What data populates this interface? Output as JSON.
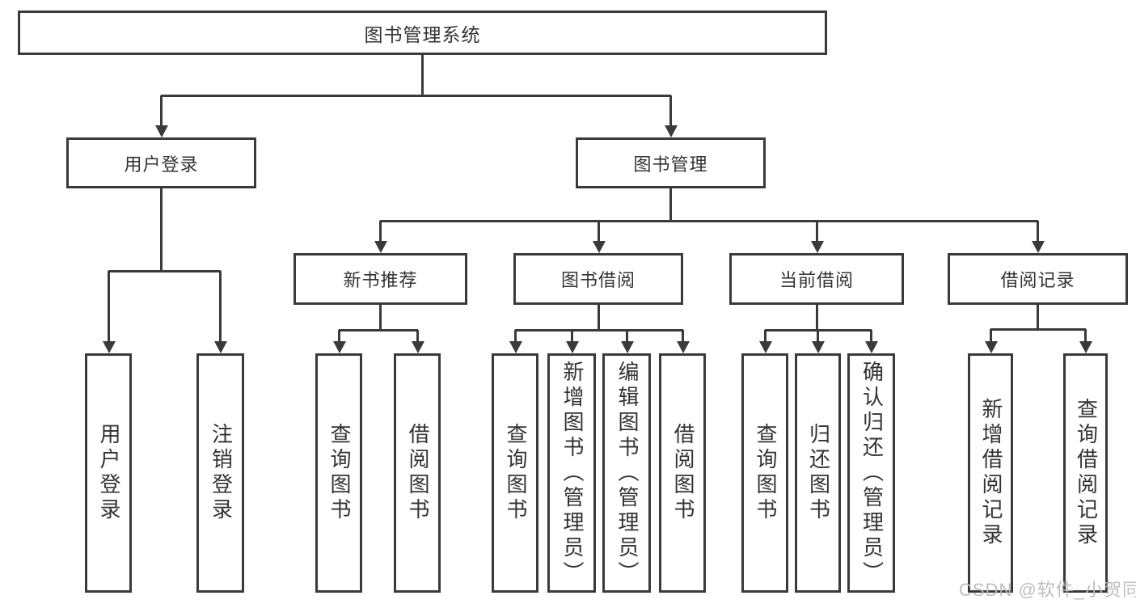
{
  "nodes": {
    "root": {
      "label": "图书管理系统"
    },
    "login": {
      "label": "用户登录",
      "children": [
        {
          "label": "用户登录"
        },
        {
          "label": "注销登录"
        }
      ]
    },
    "mgmt": {
      "label": "图书管理"
    },
    "recommend": {
      "label": "新书推荐",
      "children": [
        {
          "label": "查询图书"
        },
        {
          "label": "借阅图书"
        }
      ]
    },
    "borrow": {
      "label": "图书借阅",
      "children": [
        {
          "label": "查询图书"
        },
        {
          "label": "新增图书（管理员）"
        },
        {
          "label": "编辑图书（管理员）"
        },
        {
          "label": "借阅图书"
        }
      ]
    },
    "current": {
      "label": "当前借阅",
      "children": [
        {
          "label": "查询图书"
        },
        {
          "label": "归还图书"
        },
        {
          "label": "确认归还（管理员）"
        }
      ]
    },
    "records": {
      "label": "借阅记录",
      "children": [
        {
          "label": "新增借阅记录"
        },
        {
          "label": "查询借阅记录"
        }
      ]
    }
  },
  "colors": {
    "line": "#3a3a3a",
    "text": "#333333",
    "background": "#ffffff",
    "watermark": "#bbbbbb"
  },
  "watermark": {
    "text": "CSDN @软件_小贺同学"
  }
}
